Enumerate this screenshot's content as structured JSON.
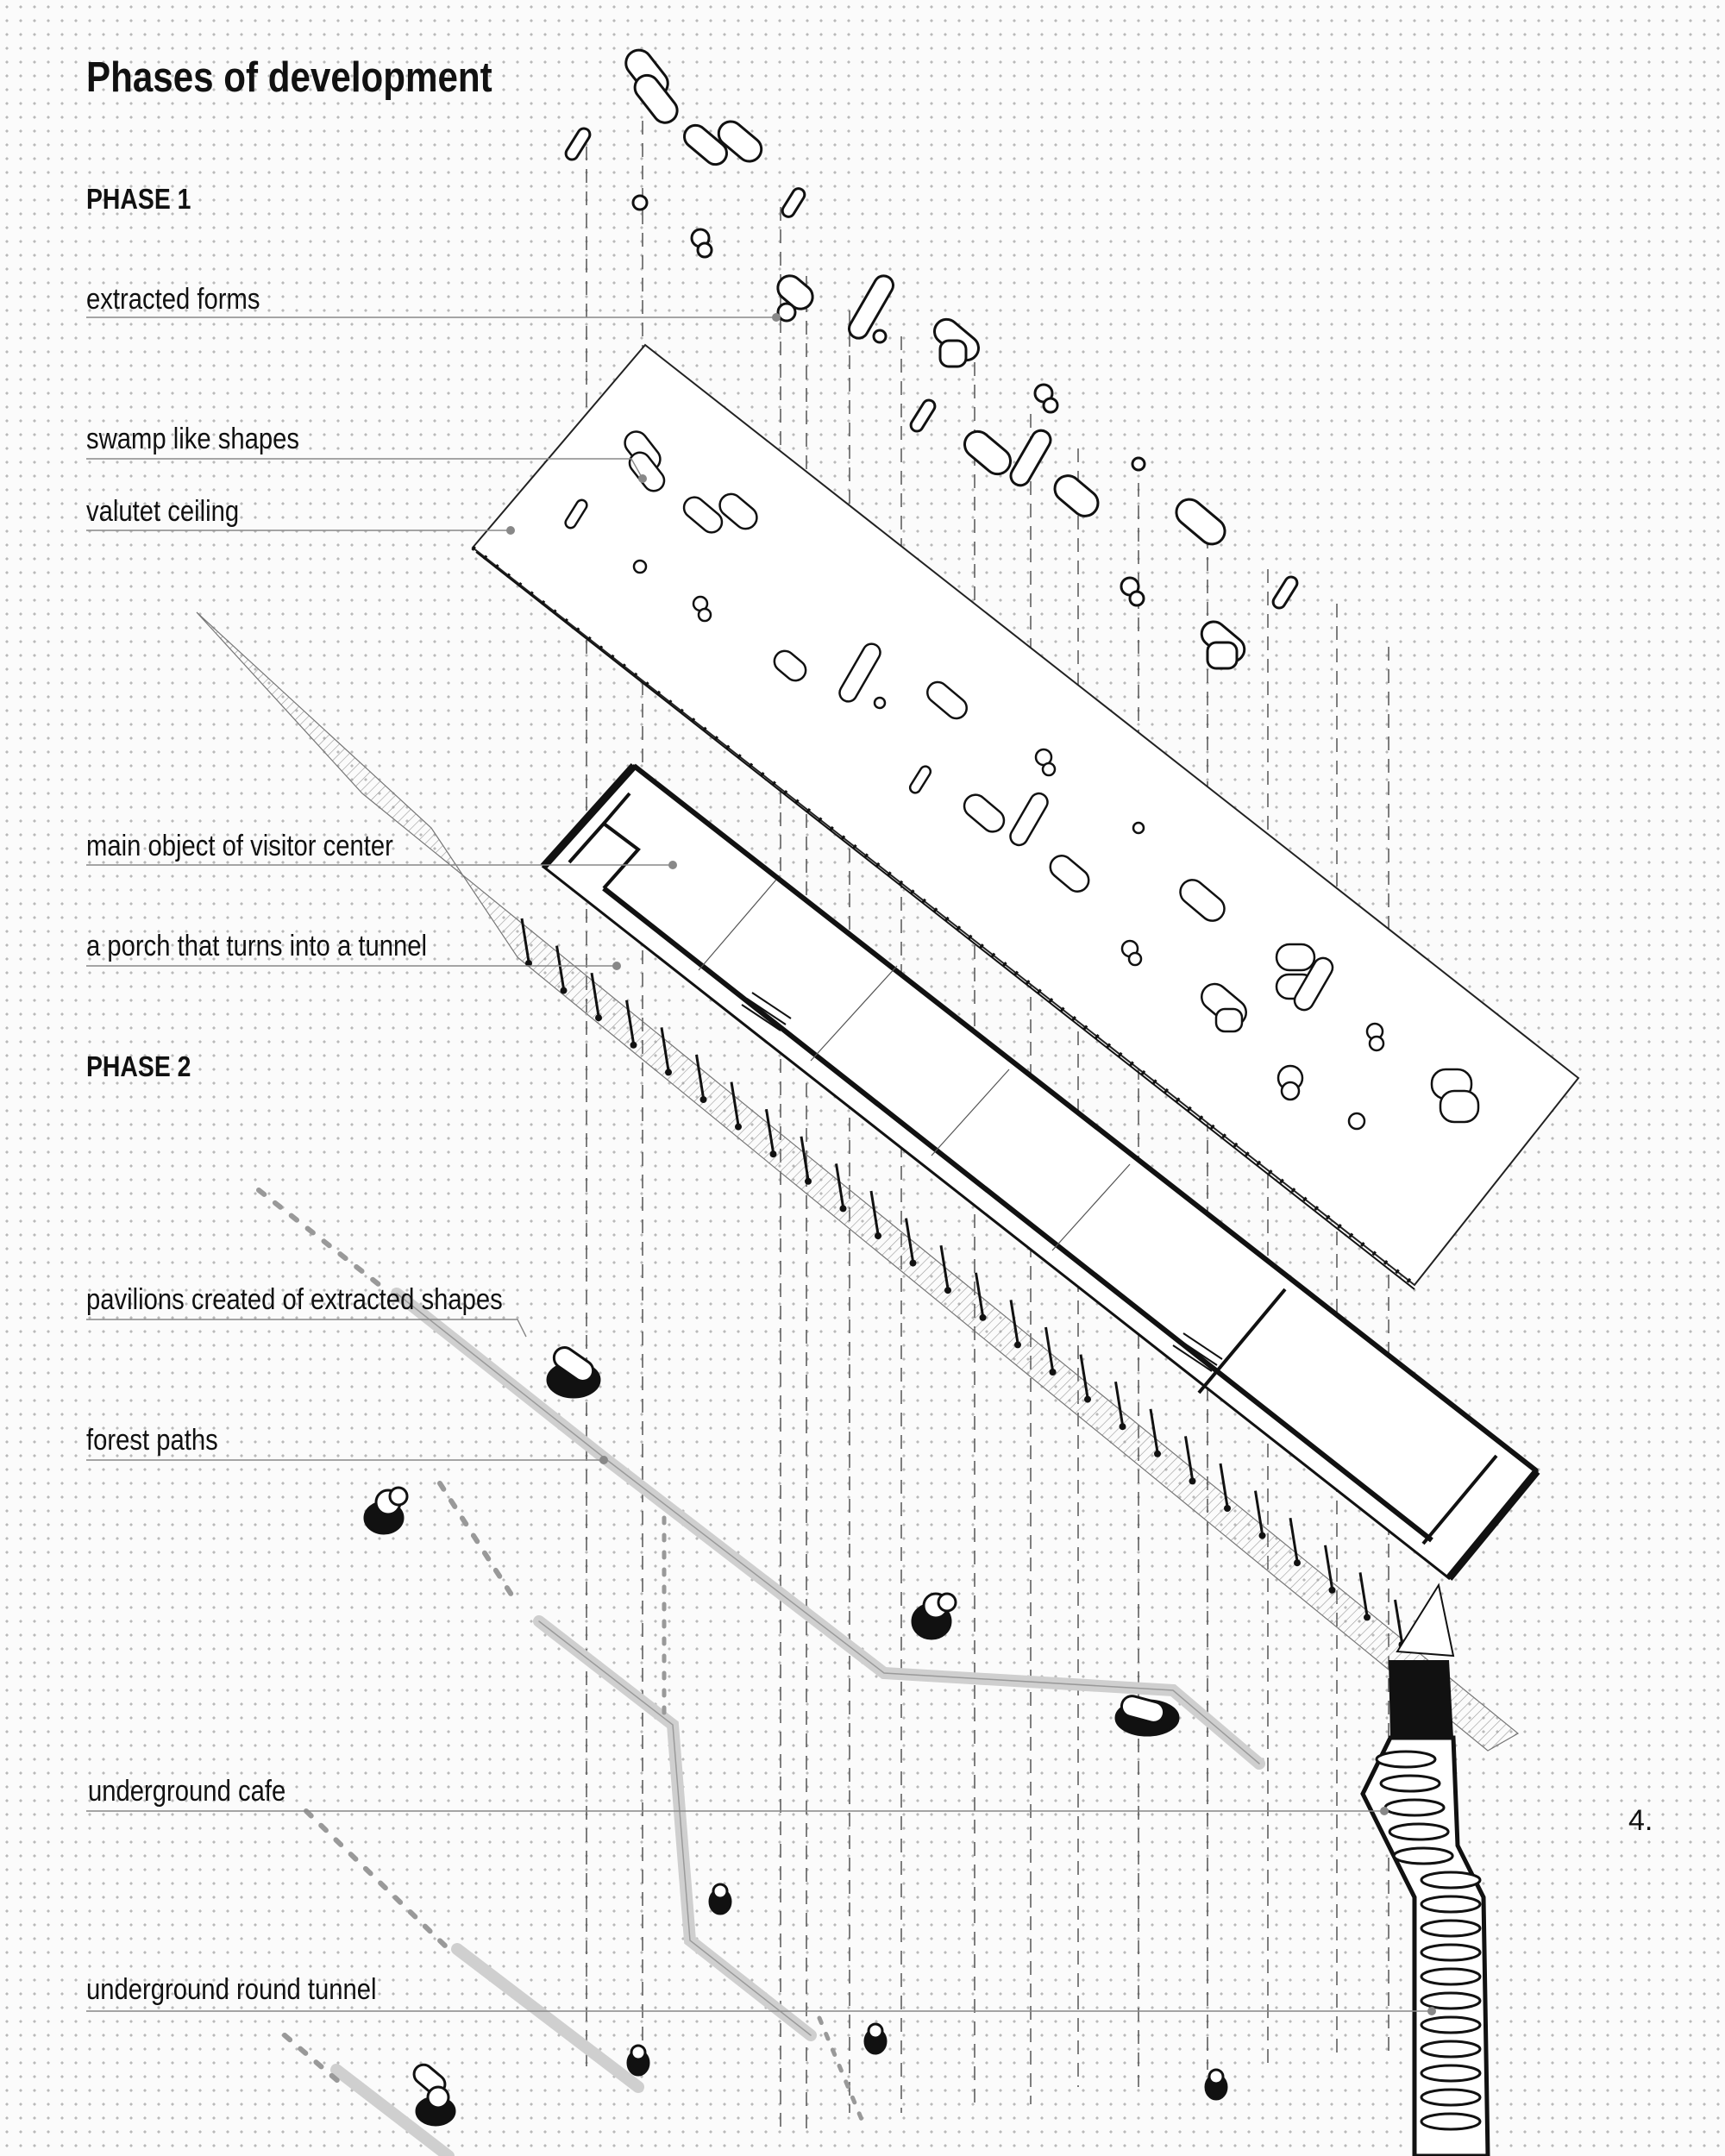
{
  "title": "Phases of development",
  "phases": {
    "phase1": "PHASE 1",
    "phase2": "PHASE 2"
  },
  "labels": {
    "extracted_forms": "extracted forms",
    "swamp_like_shapes": "swamp like shapes",
    "valutet_ceiling": "valutet ceiling",
    "main_object": "main object of visitor center",
    "porch_tunnel": "a porch that turns into a tunnel",
    "pavilions": "pavilions created of extracted shapes",
    "forest_paths": "forest paths",
    "underground_cafe": "underground cafe",
    "underground_tunnel": "underground round tunnel"
  },
  "page_number": "4."
}
